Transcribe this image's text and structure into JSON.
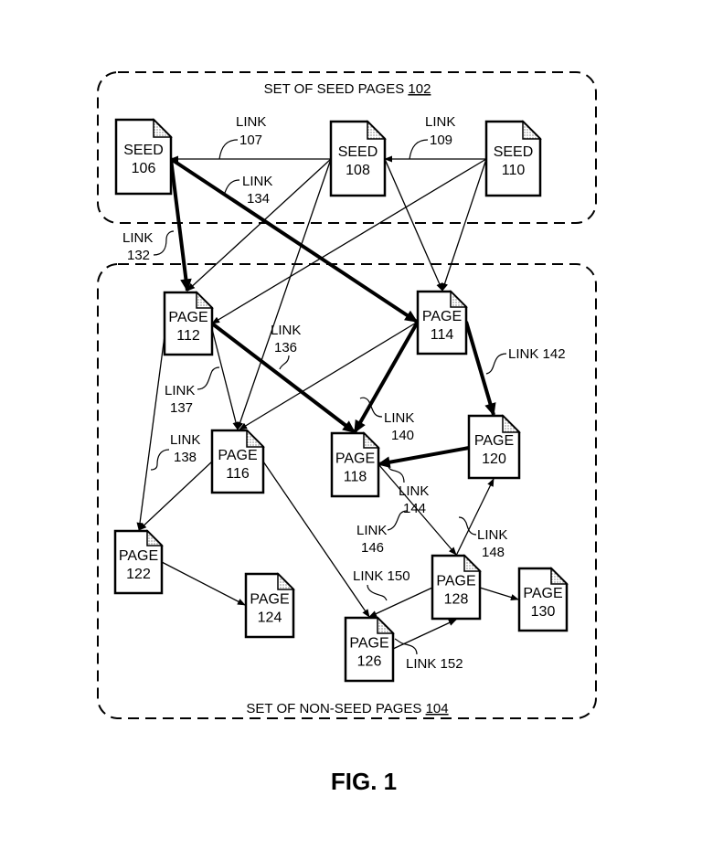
{
  "figure": {
    "title": "FIG. 1"
  },
  "groups": [
    {
      "id": "102",
      "label": "SET OF SEED PAGES",
      "ref": "102"
    },
    {
      "id": "104",
      "label": "SET OF NON-SEED PAGES",
      "ref": "104"
    }
  ],
  "nodes": [
    {
      "id": "106",
      "kind": "SEED",
      "ref": "106",
      "group": "102"
    },
    {
      "id": "108",
      "kind": "SEED",
      "ref": "108",
      "group": "102"
    },
    {
      "id": "110",
      "kind": "SEED",
      "ref": "110",
      "group": "102"
    },
    {
      "id": "112",
      "kind": "PAGE",
      "ref": "112",
      "group": "104"
    },
    {
      "id": "114",
      "kind": "PAGE",
      "ref": "114",
      "group": "104"
    },
    {
      "id": "116",
      "kind": "PAGE",
      "ref": "116",
      "group": "104"
    },
    {
      "id": "118",
      "kind": "PAGE",
      "ref": "118",
      "group": "104"
    },
    {
      "id": "120",
      "kind": "PAGE",
      "ref": "120",
      "group": "104"
    },
    {
      "id": "122",
      "kind": "PAGE",
      "ref": "122",
      "group": "104"
    },
    {
      "id": "124",
      "kind": "PAGE",
      "ref": "124",
      "group": "104"
    },
    {
      "id": "126",
      "kind": "PAGE",
      "ref": "126",
      "group": "104"
    },
    {
      "id": "128",
      "kind": "PAGE",
      "ref": "128",
      "group": "104"
    },
    {
      "id": "130",
      "kind": "PAGE",
      "ref": "130",
      "group": "104"
    }
  ],
  "edges": [
    {
      "from": "108",
      "to": "106",
      "label": "LINK 107",
      "bold": false
    },
    {
      "from": "110",
      "to": "108",
      "label": "LINK 109",
      "bold": false
    },
    {
      "from": "106",
      "to": "112",
      "label": "LINK 132",
      "bold": true
    },
    {
      "from": "106",
      "to": "114",
      "label": "LINK 134",
      "bold": true
    },
    {
      "from": "108",
      "to": "112",
      "label": "",
      "bold": false
    },
    {
      "from": "108",
      "to": "116",
      "label": "",
      "bold": false
    },
    {
      "from": "108",
      "to": "114",
      "label": "",
      "bold": false
    },
    {
      "from": "110",
      "to": "112",
      "label": "",
      "bold": false
    },
    {
      "from": "110",
      "to": "114",
      "label": "",
      "bold": false
    },
    {
      "from": "112",
      "to": "118",
      "label": "LINK 136",
      "bold": true
    },
    {
      "from": "112",
      "to": "116",
      "label": "LINK 137",
      "bold": false
    },
    {
      "from": "112",
      "to": "122",
      "label": "LINK 138",
      "bold": false
    },
    {
      "from": "114",
      "to": "118",
      "label": "LINK 140",
      "bold": true
    },
    {
      "from": "114",
      "to": "116",
      "label": "",
      "bold": false
    },
    {
      "from": "114",
      "to": "120",
      "label": "LINK 142",
      "bold": true
    },
    {
      "from": "120",
      "to": "118",
      "label": "LINK 144",
      "bold": true
    },
    {
      "from": "116",
      "to": "122",
      "label": "",
      "bold": false
    },
    {
      "from": "116",
      "to": "126",
      "label": "",
      "bold": false
    },
    {
      "from": "118",
      "to": "128",
      "label": "LINK 146",
      "bold": false
    },
    {
      "from": "128",
      "to": "120",
      "label": "LINK 148",
      "bold": false
    },
    {
      "from": "128",
      "to": "126",
      "label": "LINK 150",
      "bold": false
    },
    {
      "from": "126",
      "to": "128",
      "label": "LINK 152",
      "bold": false
    },
    {
      "from": "128",
      "to": "130",
      "label": "",
      "bold": false
    },
    {
      "from": "122",
      "to": "124",
      "label": "",
      "bold": false
    }
  ],
  "edge_labels": [
    {
      "lines": [
        "LINK",
        "107"
      ]
    },
    {
      "lines": [
        "LINK",
        "109"
      ]
    },
    {
      "lines": [
        "LINK",
        "134"
      ]
    },
    {
      "lines": [
        "LINK",
        "132"
      ]
    },
    {
      "lines": [
        "LINK",
        "136"
      ]
    },
    {
      "lines": [
        "LINK",
        "137"
      ]
    },
    {
      "lines": [
        "LINK",
        "138"
      ]
    },
    {
      "lines": [
        "LINK",
        "140"
      ]
    },
    {
      "lines": [
        "LINK 142"
      ]
    },
    {
      "lines": [
        "LINK",
        "144"
      ]
    },
    {
      "lines": [
        "LINK",
        "146"
      ]
    },
    {
      "lines": [
        "LINK",
        "148"
      ]
    },
    {
      "lines": [
        "LINK 150"
      ]
    },
    {
      "lines": [
        "LINK 152"
      ]
    }
  ]
}
